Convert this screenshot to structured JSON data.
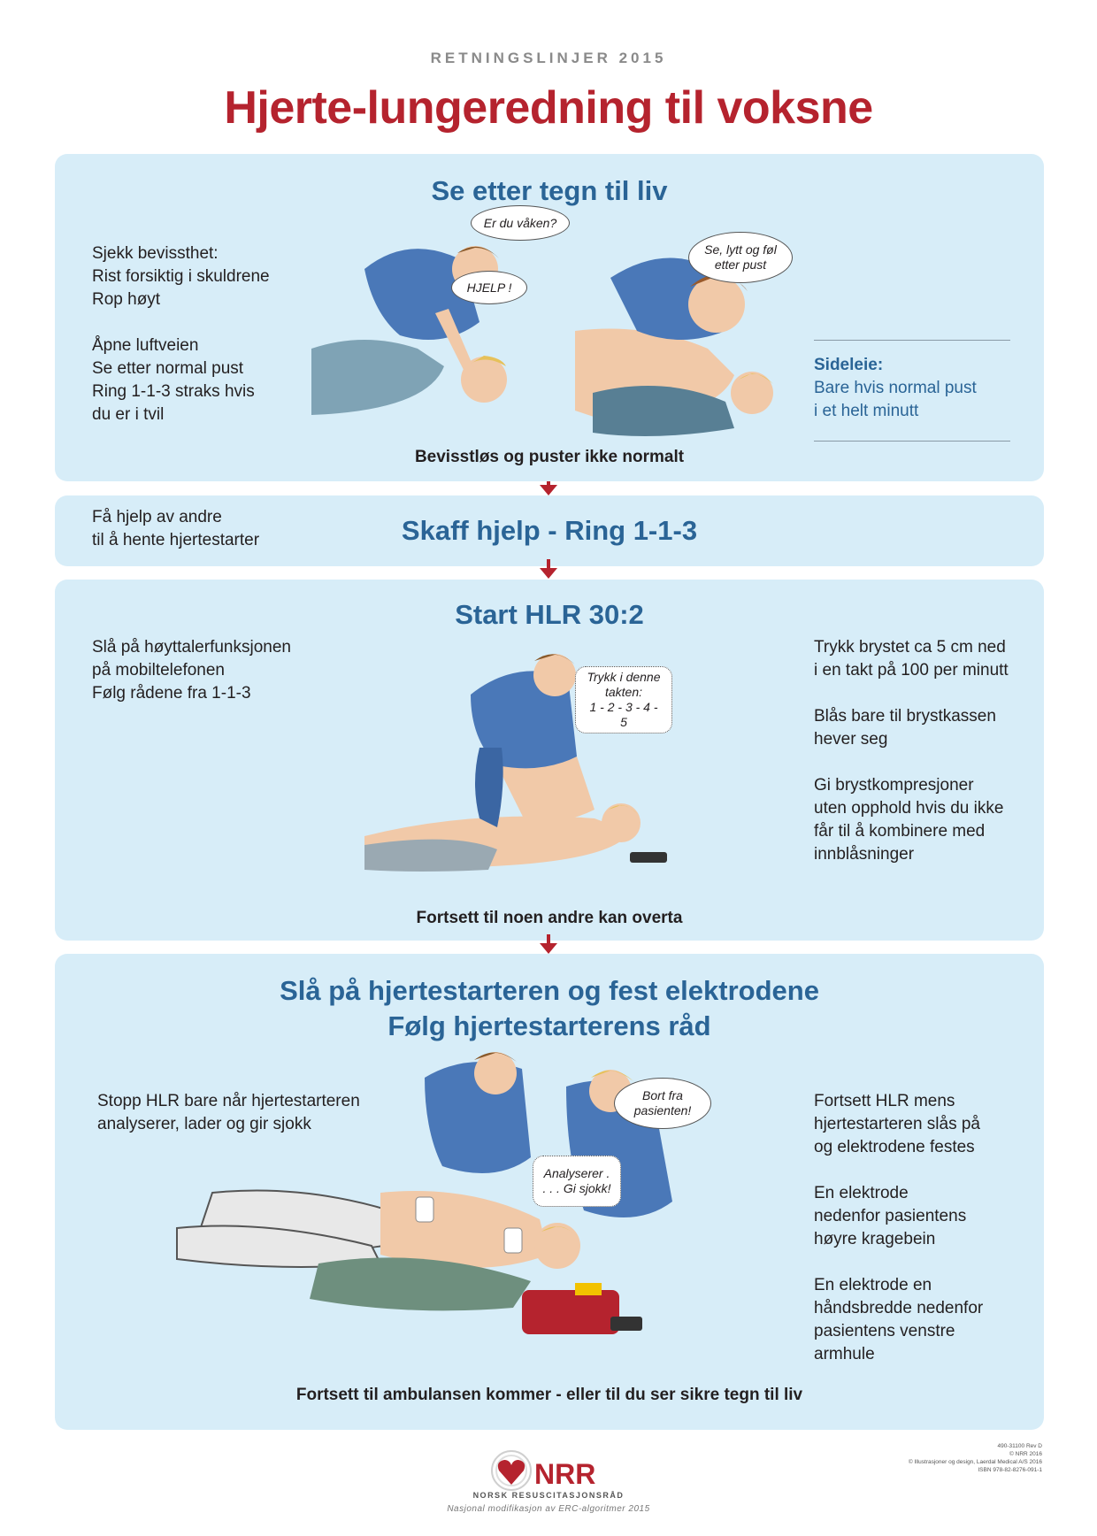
{
  "header": {
    "subtitle": "RETNINGSLINJER 2015",
    "title": "Hjerte-lungeredning til voksne"
  },
  "section1": {
    "heading": "Se etter tegn til liv",
    "left_lines": [
      "Sjekk bevissthet:",
      "Rist forsiktig i skuldrene",
      "Rop høyt",
      "Åpne luftveien",
      "Se etter normal pust",
      "Ring 1-1-3 straks hvis",
      "du er i tvil"
    ],
    "bubbles": [
      "Er du våken?",
      "HJELP !",
      "Se, lytt og føl etter pust"
    ],
    "right_lines": [
      "Sideleie:",
      "Bare hvis normal pust",
      "i et helt minutt"
    ],
    "bottom_note": "Bevisstløs og puster ikke normalt"
  },
  "section2": {
    "heading": "Skaff hjelp - Ring 1-1-3",
    "left_lines": [
      "Få hjelp av andre",
      "til å hente hjertestarter"
    ]
  },
  "section3": {
    "heading": "Start HLR 30:2",
    "left_lines": [
      "Slå på høyttalerfunksjonen",
      "på mobiltelefonen",
      "Følg rådene fra 1-1-3"
    ],
    "bubble": [
      "Trykk i denne",
      "takten:",
      "1 - 2 - 3 - 4 - 5"
    ],
    "right_lines": [
      "Trykk brystet ca 5 cm ned",
      "i en takt på 100 per minutt",
      "Blås bare til brystkassen",
      "hever seg",
      "Gi brystkompresjoner",
      "uten opphold hvis du ikke",
      "får til å kombinere med",
      "innblåsninger"
    ],
    "bottom_note": "Fortsett til noen andre kan overta"
  },
  "section4": {
    "heading_line1": "Slå på hjertestarteren og fest elektrodene",
    "heading_line2": "Følg hjertestarterens råd",
    "left_lines": [
      "Stopp HLR bare når hjertestarteren",
      "analyserer, lader og gir sjokk"
    ],
    "bubbles": [
      "Bort fra pasienten!",
      "Analyserer . . . . Gi sjokk!"
    ],
    "right_lines": [
      "Fortsett HLR mens",
      "hjertestarteren slås på",
      "og elektrodene festes",
      "En elektrode",
      "nedenfor pasientens",
      "høyre kragebein",
      "En elektrode en",
      "håndsbredde nedenfor",
      "pasientens venstre",
      "armhule"
    ],
    "bottom_note": "Fortsett til ambulansen kommer - eller til du ser sikre tegn til liv"
  },
  "footer": {
    "logo": "NRR",
    "org": "NORSK RESUSCITASJONSRÅD",
    "tagline": "Nasjonal modifikasjon av ERC-algoritmer 2015",
    "fineprint": [
      "490-31100 Rev D",
      "© NRR 2016",
      "© Illustrasjoner og design, Laerdal Medical A/S 2016",
      "ISBN 978-82-8276-091-1"
    ]
  },
  "colors": {
    "accent_red": "#b5232e",
    "heading_blue": "#2a6496",
    "panel_bg": "#d7edf8"
  }
}
